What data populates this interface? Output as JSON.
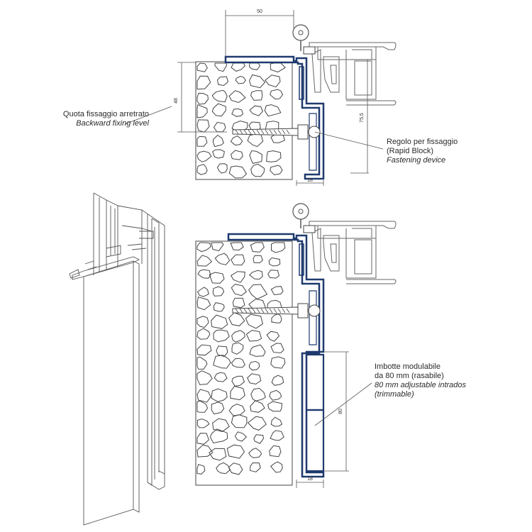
{
  "colors": {
    "profile": "#1f3a6e",
    "line": "#555555",
    "stone": "#444444",
    "background": "#ffffff"
  },
  "callouts": {
    "backward_fixing": {
      "it_text": "Quota fissaggio arretrato",
      "en_text": "Backward fixing level"
    },
    "fastening_device": {
      "it_line1": "Regolo per fissaggio",
      "it_line2": "(Rapid Block)",
      "en_text": "Fastening device"
    },
    "intrados": {
      "it_line1": "Imbotte modulabile",
      "it_line2": "da 80 mm (rasabile)",
      "en_line1": "80 mm adjustable intrados",
      "en_line2": "(trimmable)"
    }
  },
  "dimensions": {
    "top_width": "50",
    "left_height": "48",
    "right_height": "75,5",
    "bottom_width_top": "18",
    "intrados_height": "80",
    "bottom_width_lower": "18"
  }
}
